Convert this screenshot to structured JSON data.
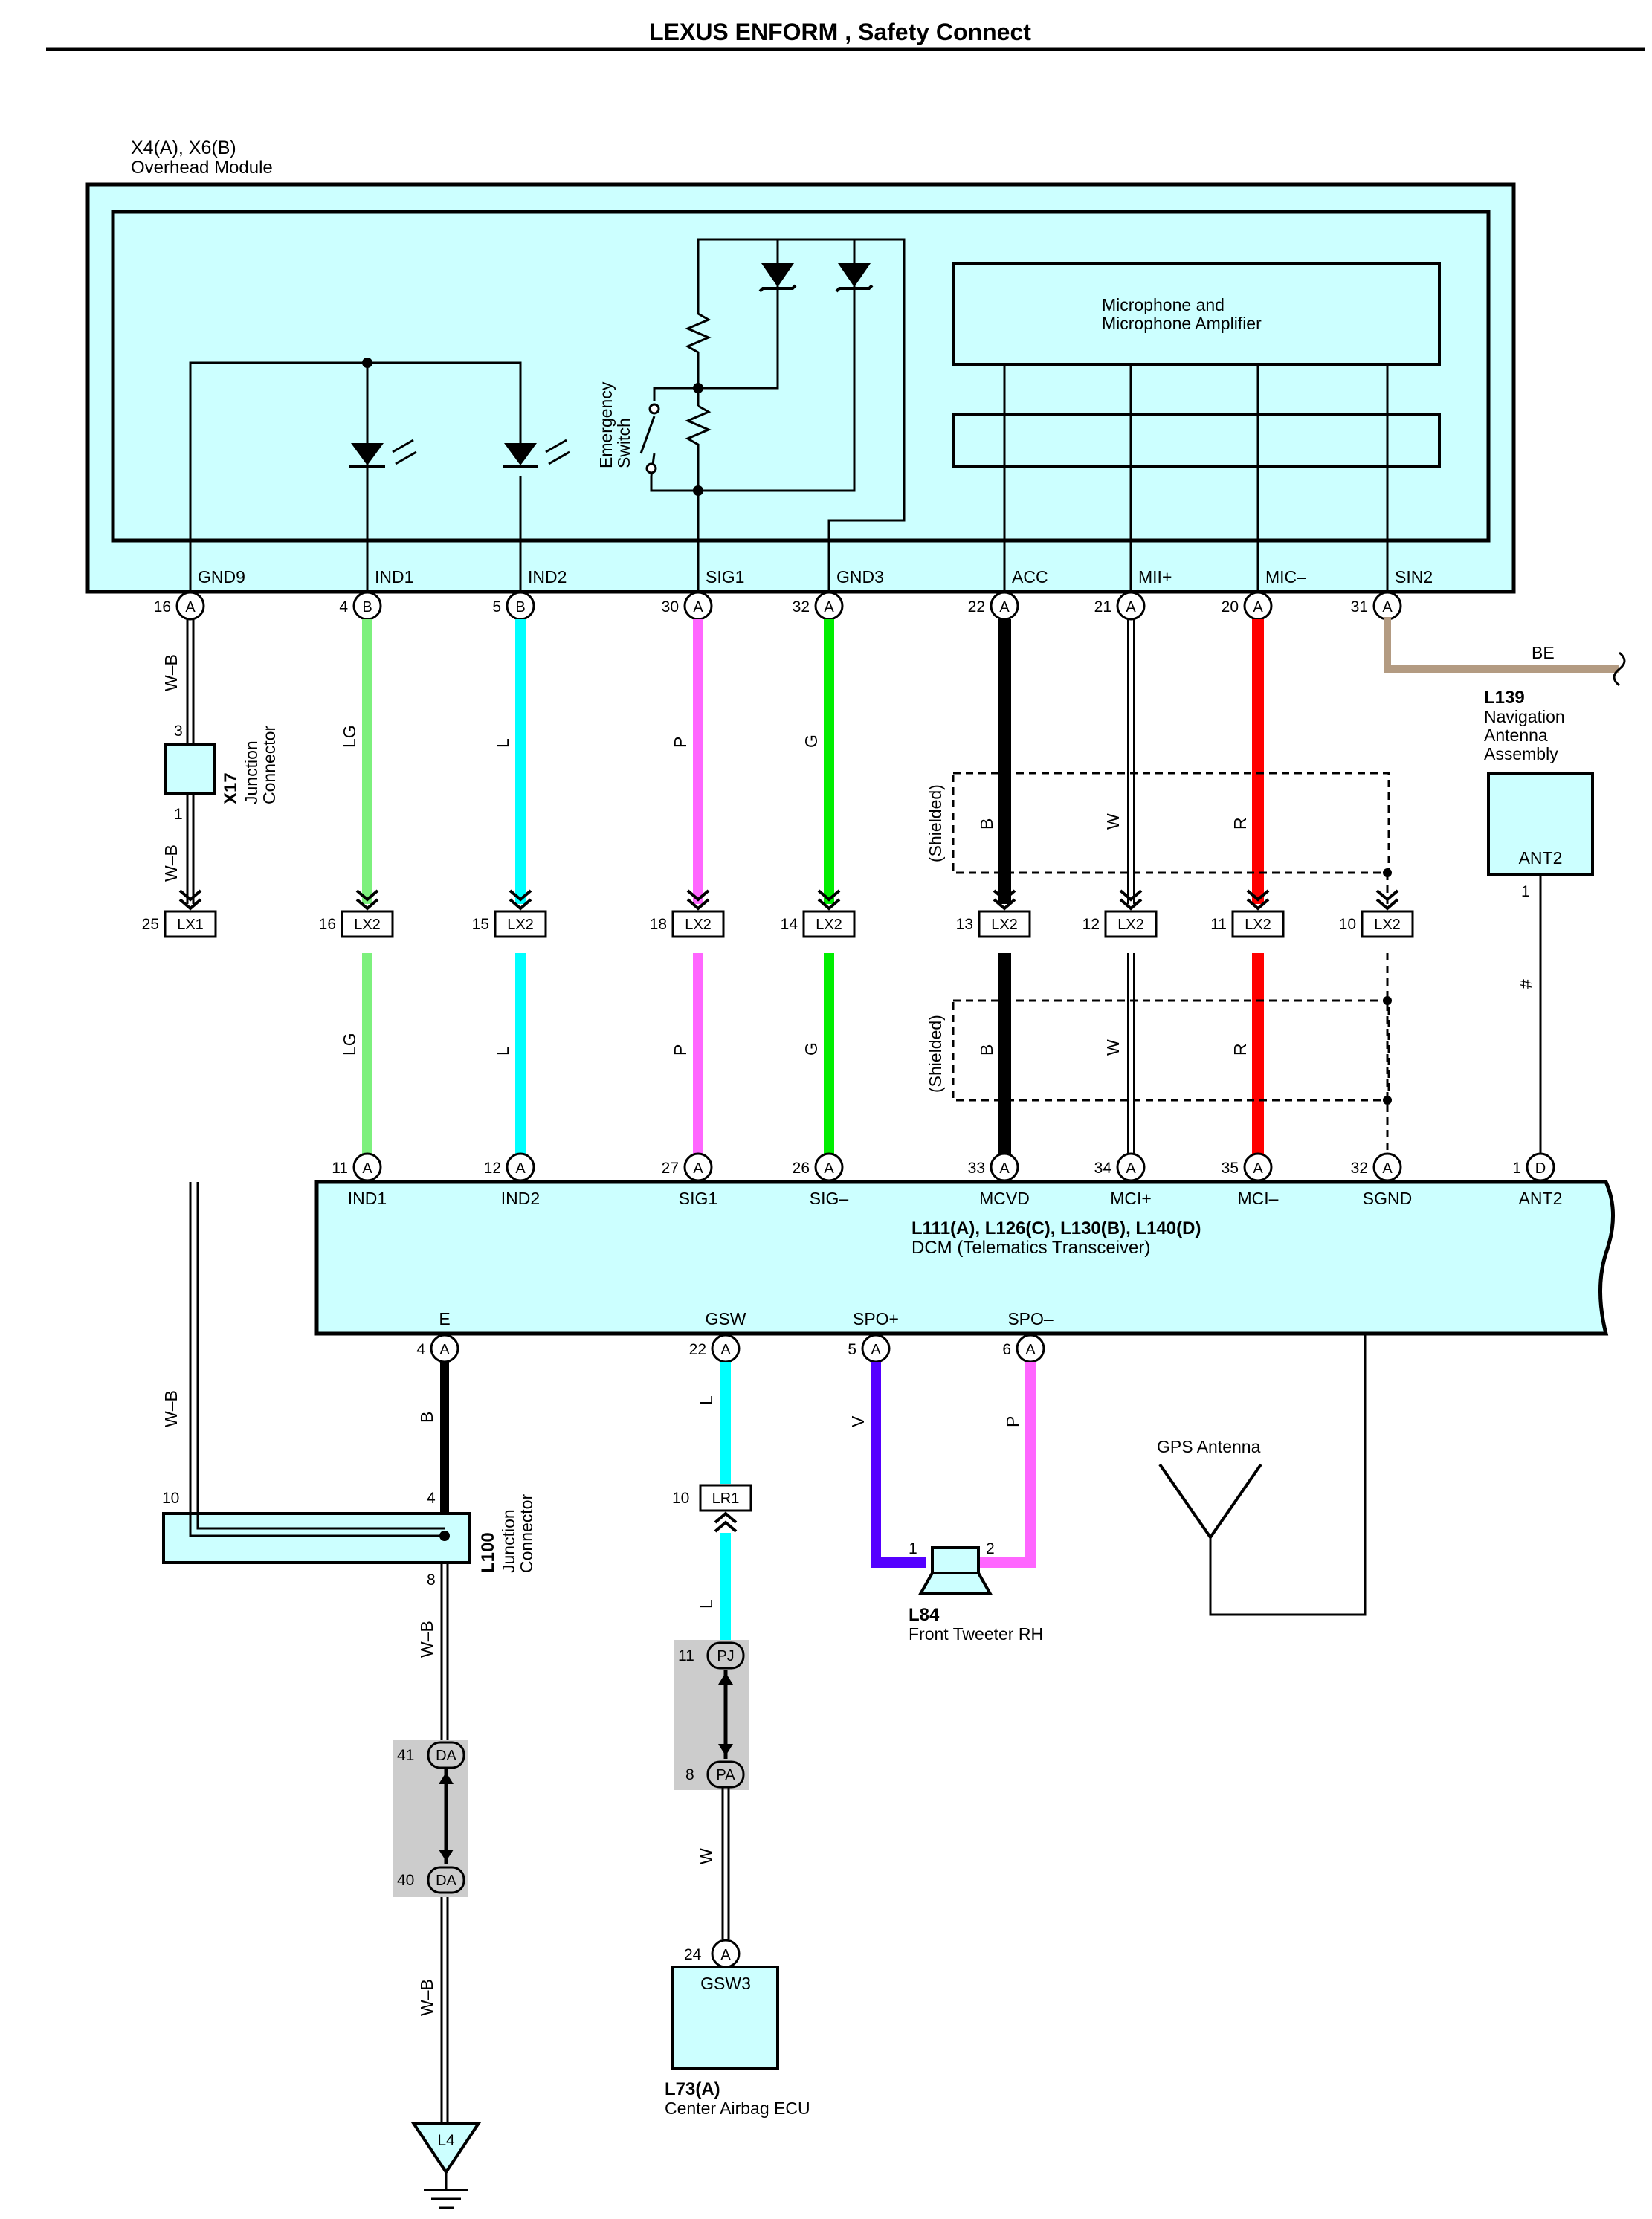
{
  "title": "LEXUS ENFORM , Safety Connect",
  "overhead_module": {
    "code": "X4(A), X6(B)",
    "name": "Overhead Module",
    "mic_amp": "Microphone and\nMicrophone Amplifier",
    "emergency_switch": "Emergency\nSwitch",
    "terminals": [
      {
        "name": "GND9",
        "pin": "16",
        "conn": "A"
      },
      {
        "name": "IND1",
        "pin": "4",
        "conn": "B"
      },
      {
        "name": "IND2",
        "pin": "5",
        "conn": "B"
      },
      {
        "name": "SIG1",
        "pin": "30",
        "conn": "A"
      },
      {
        "name": "GND3",
        "pin": "32",
        "conn": "A"
      },
      {
        "name": "ACC",
        "pin": "22",
        "conn": "A"
      },
      {
        "name": "MII+",
        "pin": "21",
        "conn": "A"
      },
      {
        "name": "MIC–",
        "pin": "20",
        "conn": "A"
      },
      {
        "name": "SIN2",
        "pin": "31",
        "conn": "A"
      }
    ]
  },
  "wire_colors": [
    "W–B",
    "LG",
    "L",
    "P",
    "G",
    "B",
    "W",
    "R",
    "BE",
    "#",
    "V"
  ],
  "shielded_label": "(Shielded)",
  "x17": {
    "code": "X17",
    "name": "Junction\nConnector",
    "pin_top": "3",
    "pin_bot": "1"
  },
  "lx_connectors": [
    {
      "pin": "25",
      "label": "LX1"
    },
    {
      "pin": "16",
      "label": "LX2"
    },
    {
      "pin": "15",
      "label": "LX2"
    },
    {
      "pin": "18",
      "label": "LX2"
    },
    {
      "pin": "14",
      "label": "LX2"
    },
    {
      "pin": "13",
      "label": "LX2"
    },
    {
      "pin": "12",
      "label": "LX2"
    },
    {
      "pin": "11",
      "label": "LX2"
    },
    {
      "pin": "10",
      "label": "LX2"
    }
  ],
  "l139": {
    "code": "L139",
    "name": "Navigation\nAntenna\nAssembly",
    "terminal": "ANT2",
    "pin": "1"
  },
  "dcm": {
    "code": "L111(A), L126(C), L130(B), L140(D)",
    "name": "DCM (Telematics Transceiver)",
    "top_terminals": [
      {
        "name": "IND1",
        "pin": "11",
        "conn": "A"
      },
      {
        "name": "IND2",
        "pin": "12",
        "conn": "A"
      },
      {
        "name": "SIG1",
        "pin": "27",
        "conn": "A"
      },
      {
        "name": "SIG–",
        "pin": "26",
        "conn": "A"
      },
      {
        "name": "MCVD",
        "pin": "33",
        "conn": "A"
      },
      {
        "name": "MCI+",
        "pin": "34",
        "conn": "A"
      },
      {
        "name": "MCI–",
        "pin": "35",
        "conn": "A"
      },
      {
        "name": "SGND",
        "pin": "32",
        "conn": "A"
      },
      {
        "name": "ANT2",
        "pin": "1",
        "conn": "D"
      }
    ],
    "bottom_terminals": [
      {
        "name": "E",
        "pin": "4",
        "conn": "A"
      },
      {
        "name": "GSW",
        "pin": "22",
        "conn": "A"
      },
      {
        "name": "SPO+",
        "pin": "5",
        "conn": "A"
      },
      {
        "name": "SPO–",
        "pin": "6",
        "conn": "A"
      }
    ]
  },
  "gps_antenna": "GPS Antenna",
  "l100": {
    "code": "L100",
    "name": "Junction\nConnector",
    "pin_left": "10",
    "pin_top": "4",
    "pin_bot": "8"
  },
  "lr1": {
    "pin": "10",
    "label": "LR1"
  },
  "pj": {
    "pin": "11",
    "label": "PJ"
  },
  "pa": {
    "pin": "8",
    "label": "PA"
  },
  "da_top": {
    "pin": "41",
    "label": "DA"
  },
  "da_bot": {
    "pin": "40",
    "label": "DA"
  },
  "l84": {
    "code": "L84",
    "name": "Front Tweeter RH",
    "pin1": "1",
    "pin2": "2"
  },
  "l73": {
    "code": "L73(A)",
    "name": "Center Airbag ECU",
    "terminal": "GSW3",
    "pin": "24",
    "conn": "A"
  },
  "ground": {
    "label": "L4"
  },
  "colors": {
    "bg_component": "#ccffff",
    "LG": "#7df07d",
    "L": "#00ffff",
    "P": "#ff66ff",
    "G": "#00ee00",
    "B": "#000000",
    "R": "#ff0000",
    "BE": "#b39b82",
    "V": "#5500ff",
    "grey": "#cccccc"
  }
}
